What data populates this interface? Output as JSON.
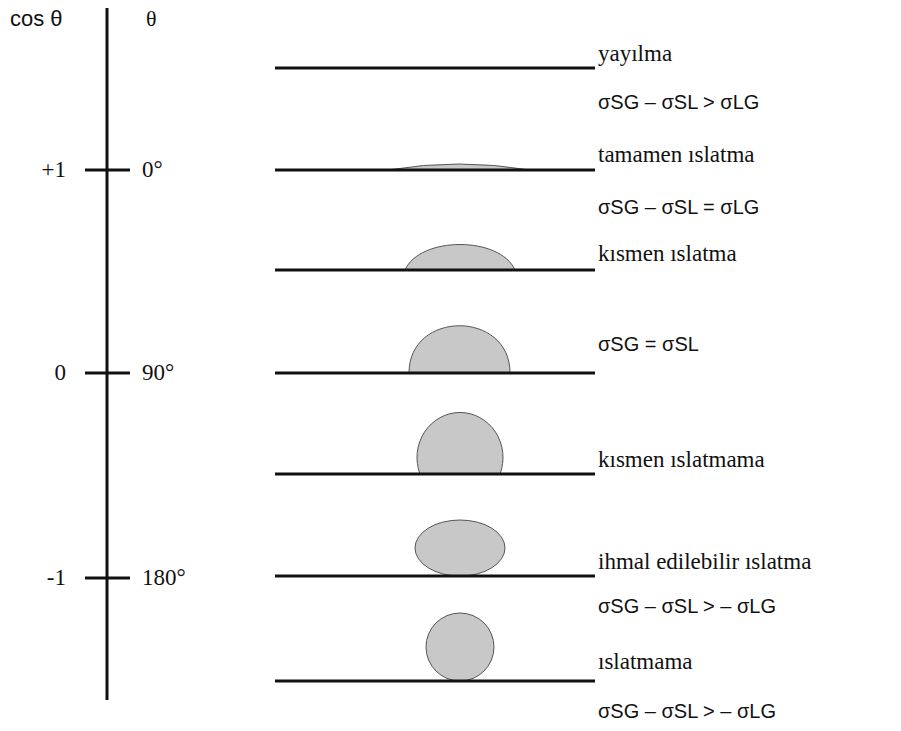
{
  "diagram": {
    "labels": [
      "cos θ",
      "θ",
      "+1",
      "0°",
      "0",
      "90°",
      "-1",
      "180°",
      "yayılma",
      "σSG – σSL > σLG",
      "tamamen ıslatma",
      "σSG – σSL = σLG",
      "kısmen ıslatma",
      "σSG = σSL",
      "kısmen ıslatmama",
      "ihmal edilebilir ıslatma",
      "σSG – σSL > – σLG",
      "ıslatmama",
      "σSG – σSL > – σLG"
    ]
  }
}
